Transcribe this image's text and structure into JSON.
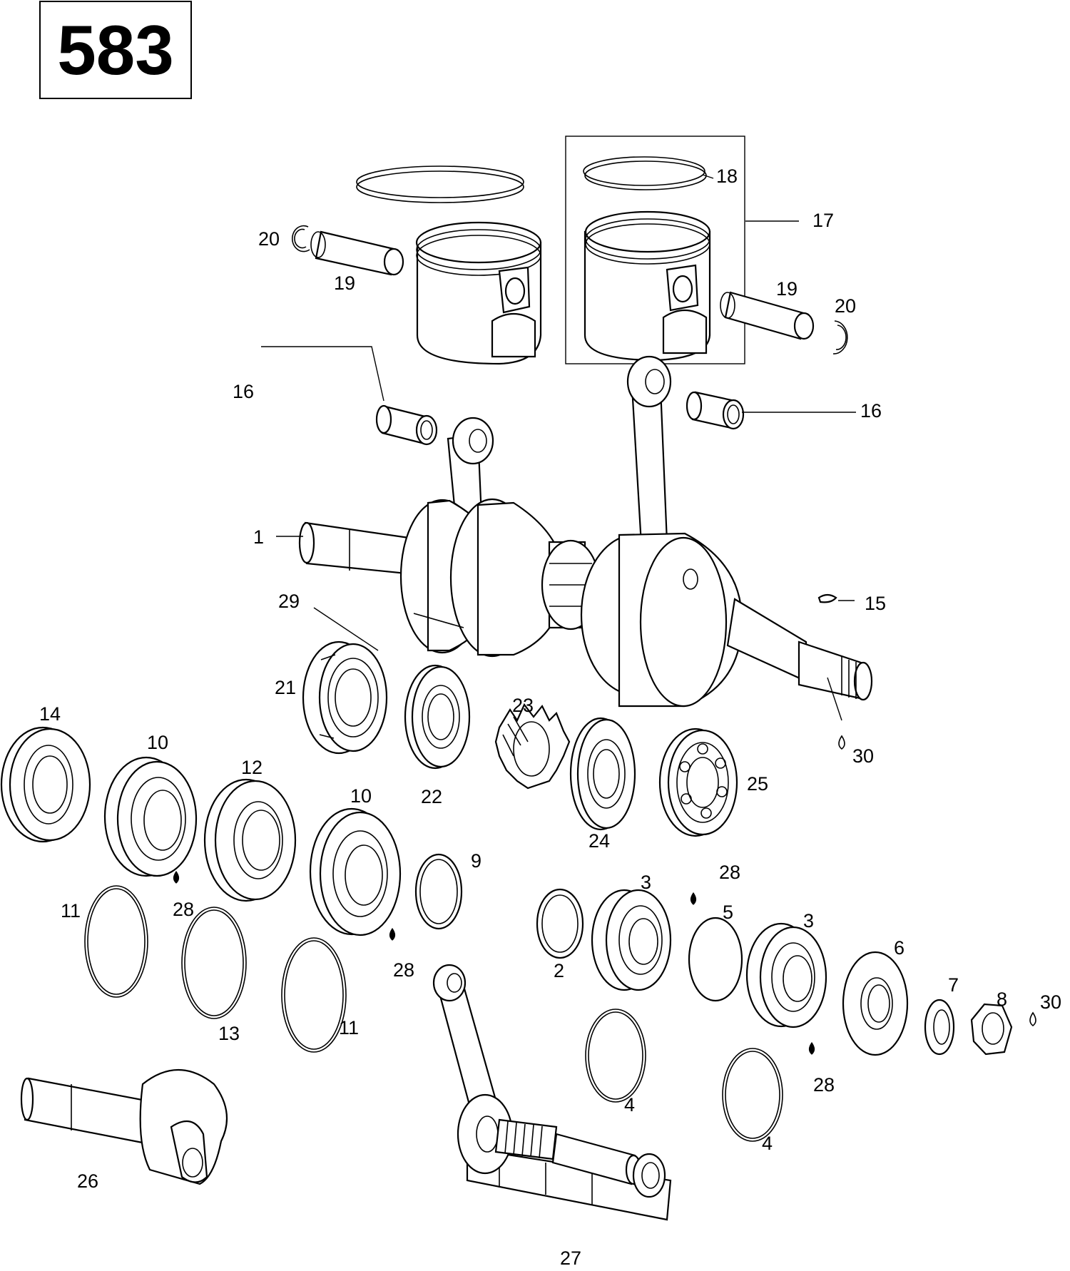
{
  "title": "583",
  "callouts": {
    "c1": "1",
    "c2": "2",
    "c3a": "3",
    "c3b": "3",
    "c4a": "4",
    "c4b": "4",
    "c5": "5",
    "c6": "6",
    "c7": "7",
    "c8": "8",
    "c9": "9",
    "c10a": "10",
    "c10b": "10",
    "c11a": "11",
    "c11b": "11",
    "c12": "12",
    "c13": "13",
    "c14": "14",
    "c15": "15",
    "c16a": "16",
    "c16b": "16",
    "c17": "17",
    "c18": "18",
    "c19a": "19",
    "c19b": "19",
    "c20a": "20",
    "c20b": "20",
    "c21": "21",
    "c22": "22",
    "c23": "23",
    "c24": "24",
    "c25": "25",
    "c26": "26",
    "c27": "27",
    "c28a": "28",
    "c28b": "28",
    "c28c": "28",
    "c28d": "28",
    "c29": "29",
    "c30a": "30",
    "c30b": "30"
  }
}
